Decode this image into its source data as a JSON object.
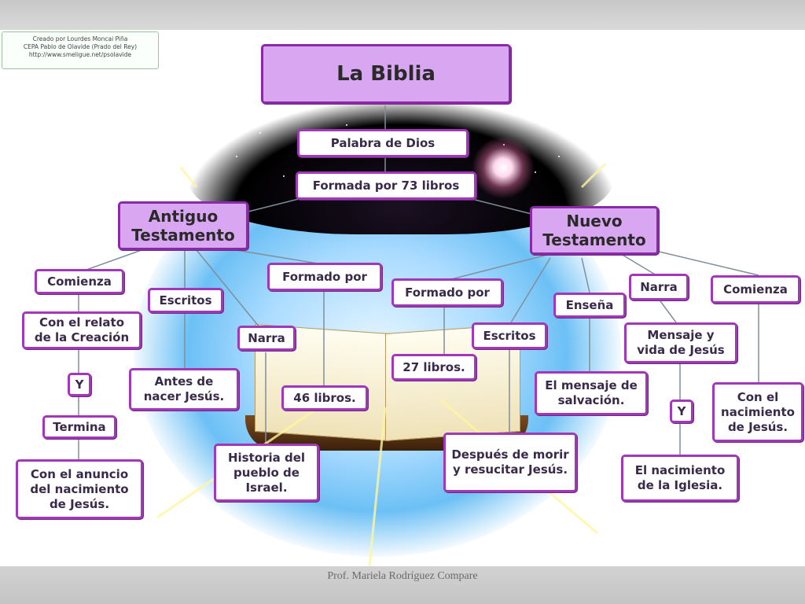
{
  "credit": {
    "line1": "Creado por Lourdes Moncai Piña",
    "line2": "CEPA Pablo de Olavide (Prado del Rey)",
    "line3": "http://www.smeligue.net/psolavide"
  },
  "title": "La Biblia",
  "palabra": "Palabra de Dios",
  "formada": "Formada por 73 libros",
  "antiguo": {
    "label": "Antiguo Testamento"
  },
  "nuevo": {
    "label": "Nuevo Testamento"
  },
  "at": {
    "comienza": "Comienza",
    "relato": "Con el relato de la Creación",
    "y": "Y",
    "termina": "Termina",
    "anuncio": "Con el anuncio del nacimiento de Jesús.",
    "escritos": "Escritos",
    "antes": "Antes de nacer Jesús.",
    "narra": "Narra",
    "historia": "Historia del pueblo de Israel.",
    "formado_por": "Formado por",
    "libros": "46 libros."
  },
  "nt": {
    "formado_por": "Formado por",
    "libros": "27 libros.",
    "escritos": "Escritos",
    "despues": "Después de morir y resucitar Jesús.",
    "ensena": "Enseña",
    "mensaje": "El mensaje de salvación.",
    "narra": "Narra",
    "mensaje_vida": "Mensaje y vida de Jesús",
    "y": "Y",
    "iglesia": "El nacimiento de la Iglesia.",
    "comienza": "Comienza",
    "nacimiento": "Con el nacimiento de Jesús."
  },
  "footer": "Prof. Mariela Rodríguez Compare",
  "colors": {
    "node_border": "#a038b8",
    "node_fill_main": "#d9a6f2",
    "background_glow": "#6cc0f5"
  }
}
